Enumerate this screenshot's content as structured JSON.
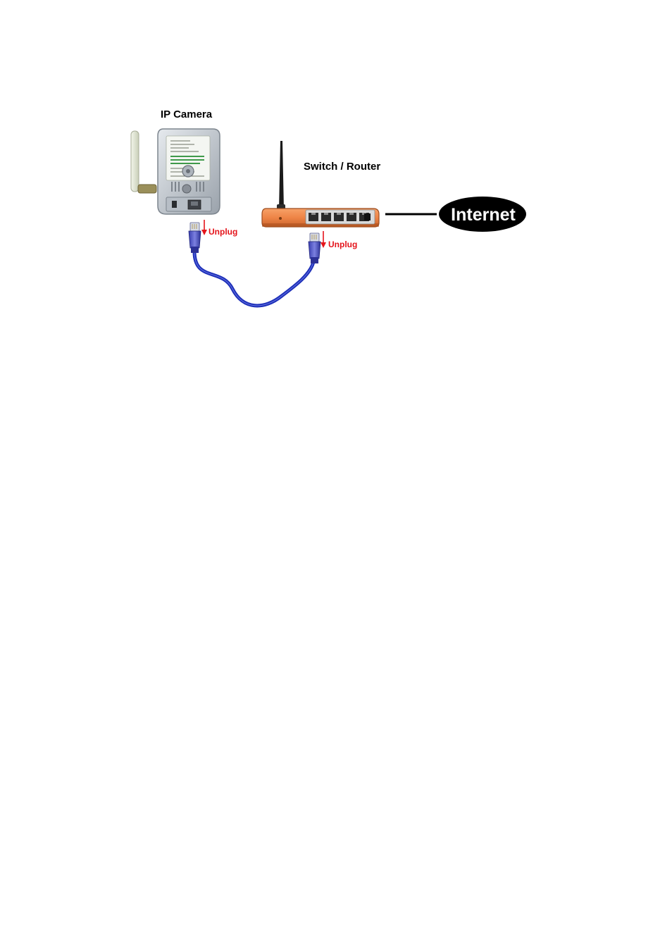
{
  "diagram": {
    "camera_label": "IP Camera",
    "router_label": "Switch / Router",
    "internet_label": "Internet",
    "unplug_camera": "Unplug",
    "unplug_router": "Unplug"
  },
  "colors": {
    "unplug_red": "#e4141b",
    "cable_blue": "#1d2fb8",
    "router_orange": "#f08a4b",
    "camera_body": "#c9cfd6",
    "internet_pill": "#000000"
  },
  "icons": [
    "ip-camera-icon",
    "router-icon",
    "ethernet-cable-icon",
    "rj45-plug-icon",
    "down-arrow-icon"
  ]
}
